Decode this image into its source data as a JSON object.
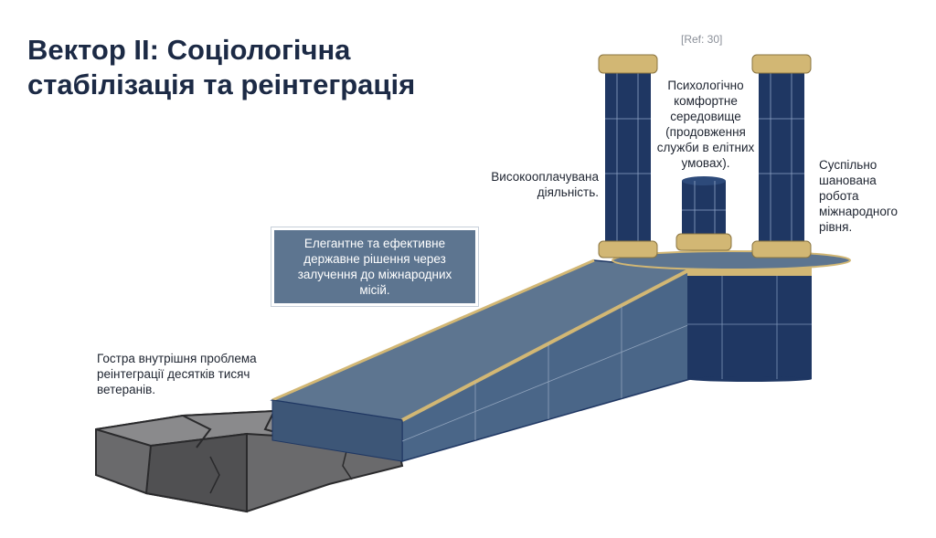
{
  "title_line1": "Вектор II: Соціологічна",
  "title_line2": "стабілізація та реінтеграція",
  "ref": "[Ref: 30]",
  "labels": {
    "problem": "Гостра внутрішня проблема реінтеграції десятків тисяч ветеранів.",
    "solution": "Елегантне та ефективне державне рішення через залучення до міжнародних місій.",
    "pay": "Високооплачувана діяльність.",
    "comfort": "Психологічно комфортне середовище (продовження служби в елітних умовах).",
    "respect": "Суспільно шанована робота міжнародного рівня."
  },
  "colors": {
    "navy": "#1f3763",
    "gold": "#d2b774",
    "slate": "#5d7590",
    "stone": "#5e5e60"
  }
}
